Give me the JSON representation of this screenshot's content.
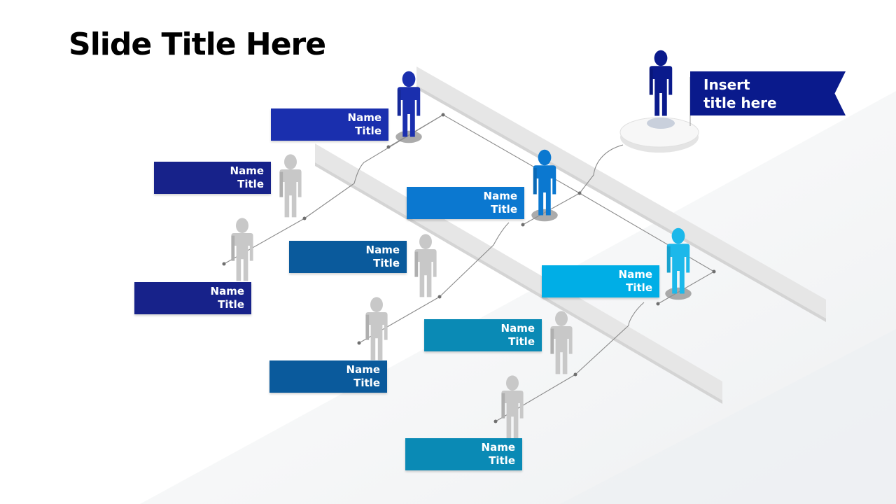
{
  "slide": {
    "title": "Slide Title Here"
  },
  "banner": {
    "line1": "Insert",
    "line2": "title here",
    "color": "#0a1a8c"
  },
  "colors": {
    "figure_gray": "#c8c8c8",
    "connector": "#8a8a8a",
    "wall": "#e3e3e3"
  },
  "nodes": [
    {
      "name": "Name",
      "title": "Title",
      "color": "#1a2fae",
      "figure": "#1a2fae"
    },
    {
      "name": "Name",
      "title": "Title",
      "color": "#0b78d0",
      "figure": "#0b78d0"
    },
    {
      "name": "Name",
      "title": "Title",
      "color": "#00aee6",
      "figure": "#1cb8ea"
    },
    {
      "name": "Name",
      "title": "Title",
      "color": "#17228a",
      "figure": "#c8c8c8"
    },
    {
      "name": "Name",
      "title": "Title",
      "color": "#17228a",
      "figure": "#c8c8c8"
    },
    {
      "name": "Name",
      "title": "Title",
      "color": "#0a5a9c",
      "figure": "#c8c8c8"
    },
    {
      "name": "Name",
      "title": "Title",
      "color": "#0a5a9c",
      "figure": "#c8c8c8"
    },
    {
      "name": "Name",
      "title": "Title",
      "color": "#0a8ab5",
      "figure": "#c8c8c8"
    },
    {
      "name": "Name",
      "title": "Title",
      "color": "#0a8ab5",
      "figure": "#c8c8c8"
    }
  ]
}
